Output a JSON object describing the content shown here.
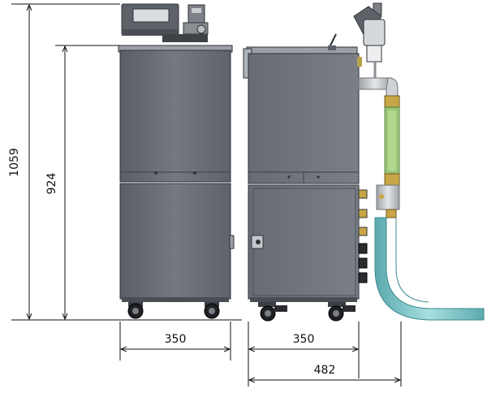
{
  "dimensions": {
    "total_height": "1059",
    "cabinet_height": "924",
    "front_width": "350",
    "side_width": "350",
    "overall_width": "482"
  },
  "colors": {
    "cabinet_body": "#6b7079",
    "cabinet_dark": "#50555d",
    "panel_line": "#3b3f45",
    "controller": "#5d6269",
    "display": "#d9dde0",
    "hose_teal": "#7fc6c9",
    "pipe_silver": "#c9ccd0",
    "flow_green": "#8fbf6a",
    "brass": "#c8a546",
    "dimension_line": "#111111"
  }
}
